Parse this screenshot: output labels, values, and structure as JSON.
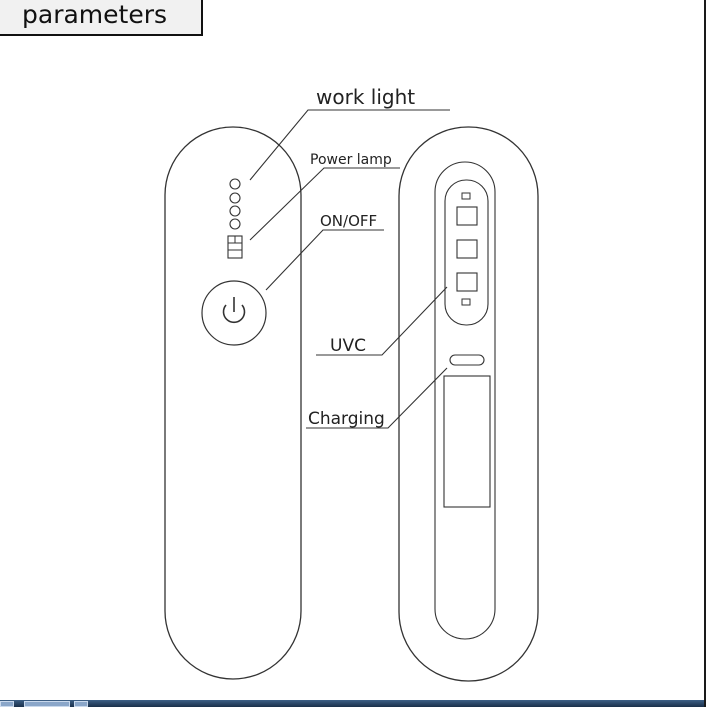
{
  "header": {
    "title": "parameters"
  },
  "labels": {
    "work_light": "work light",
    "power_lamp": "Power lamp",
    "on_off": "ON/OFF",
    "uvc": "UVC",
    "charging": "Charging"
  },
  "icons": {
    "power": "power-symbol",
    "battery": "battery-icon"
  },
  "colors": {
    "outline": "#333333",
    "text": "#222222",
    "taskbar": "#2a4565"
  }
}
